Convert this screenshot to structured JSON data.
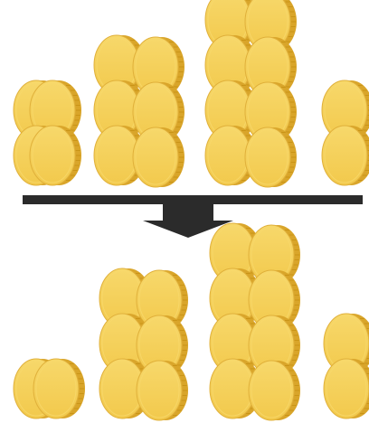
{
  "scene": {
    "description_hidden": "",
    "colors": {
      "background": "#ffffff",
      "coin_face": "#f2c94c",
      "coin_face_light": "#f7d86b",
      "coin_rim": "#d9a52a",
      "coin_ridge": "#c99417",
      "coin_outline": "#e0b03a",
      "arrow": "#2b2b2b"
    },
    "before": {
      "stacks": [
        {
          "name": "stack-1",
          "columns": 2,
          "rows": 2,
          "coins": 4
        },
        {
          "name": "stack-2",
          "columns": 2,
          "rows": 3,
          "coins": 6
        },
        {
          "name": "stack-3",
          "columns": 2,
          "rows": 4,
          "coins": 8
        },
        {
          "name": "stack-4",
          "columns": 1,
          "rows": 2,
          "coins": 2
        }
      ]
    },
    "after": {
      "stacks": [
        {
          "name": "stack-1",
          "columns": 2,
          "rows": 1,
          "coins": 2
        },
        {
          "name": "stack-2",
          "columns": 2,
          "rows": 3,
          "coins": 6
        },
        {
          "name": "stack-3",
          "columns": 2,
          "rows": 4,
          "coins": 8
        },
        {
          "name": "stack-4",
          "columns": 1,
          "rows": 2,
          "coins": 2
        }
      ]
    },
    "icons": {
      "separator": "horizontal-bar",
      "transition": "down-arrow-icon"
    }
  }
}
